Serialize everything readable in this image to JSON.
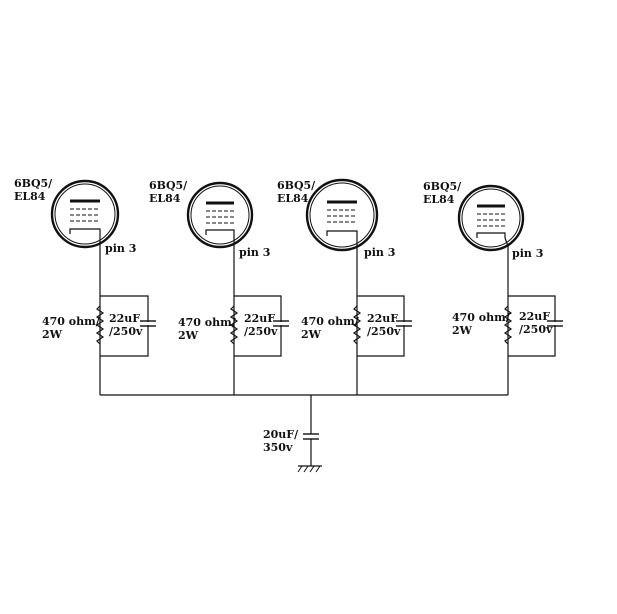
{
  "stages": [
    {
      "tube_line1": "6BQ5/",
      "tube_line2": "EL84",
      "pin": "pin 3",
      "res_line1": "470 ohm/",
      "res_line2": "2W",
      "cap_line1": "22uF",
      "cap_line2": "/250v"
    },
    {
      "tube_line1": "6BQ5/",
      "tube_line2": "EL84",
      "pin": "pin 3",
      "res_line1": "470 ohm/",
      "res_line2": "2W",
      "cap_line1": "22uF",
      "cap_line2": "/250v"
    },
    {
      "tube_line1": "6BQ5/",
      "tube_line2": "EL84",
      "pin": "pin 3",
      "res_line1": "470 ohm/",
      "res_line2": "2W",
      "cap_line1": "22uF",
      "cap_line2": "/250v"
    },
    {
      "tube_line1": "6BQ5/",
      "tube_line2": "EL84",
      "pin": "pin 3",
      "res_line1": "470 ohm/",
      "res_line2": "2W",
      "cap_line1": "22uF",
      "cap_line2": "/250v"
    }
  ],
  "bypass_cap": {
    "line1": "20uF/",
    "line2": "350v"
  }
}
